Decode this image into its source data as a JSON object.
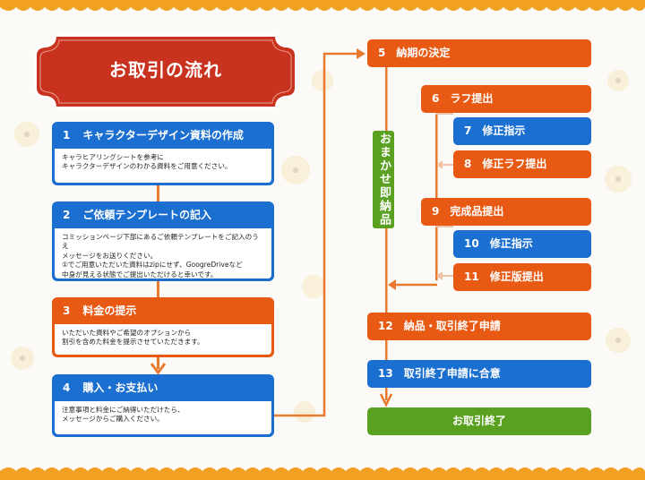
{
  "title": "お取引の流れ",
  "left_steps": [
    {
      "num": "1",
      "title": "キャラクターデザイン資料の作成",
      "body": "キャラヒアリングシートを参考に\nキャラクターデザインのわかる資料をご用意ください。",
      "color": "blue"
    },
    {
      "num": "2",
      "title": "ご依頼テンプレートの記入",
      "body": "コミッションページ下部にあるご依頼テンプレートをご記入のうえ\nメッセージをお送りください。\n①でご用意いただいた資料はzipにせず、GoogreDriveなど\n中身が見える状態でご提出いただけると幸いです。",
      "color": "blue"
    },
    {
      "num": "3",
      "title": "料金の提示",
      "body": "いただいた資料やご希望のオプションから\n割引を含めた料金を提示させていただきます。",
      "color": "orange"
    },
    {
      "num": "4",
      "title": "購入・お支払い",
      "body": "注意事項と料金にご納得いただけたら、\nメッセージからご購入ください。",
      "color": "blue"
    }
  ],
  "right_steps": [
    {
      "num": "5",
      "label": "納期の決定",
      "color": "orange"
    },
    {
      "num": "6",
      "label": "ラフ提出",
      "color": "orange"
    },
    {
      "num": "7",
      "label": "修正指示",
      "color": "blue"
    },
    {
      "num": "8",
      "label": "修正ラフ提出",
      "color": "orange"
    },
    {
      "num": "9",
      "label": "完成品提出",
      "color": "orange"
    },
    {
      "num": "10",
      "label": "修正指示",
      "color": "blue"
    },
    {
      "num": "11",
      "label": "修正版提出",
      "color": "orange"
    },
    {
      "num": "12",
      "label": "納品・取引終了申請",
      "color": "orange"
    },
    {
      "num": "13",
      "label": "取引終了申請に合意",
      "color": "blue"
    }
  ],
  "final_label": "お取引終了",
  "side_label": "おまかせ即納品",
  "colors": {
    "blue": "#1a6fd0",
    "orange": "#e85a14",
    "green": "#5aa021",
    "title_red": "#c8321e",
    "connector": "#e8792e",
    "scallop": "#f2a020"
  }
}
